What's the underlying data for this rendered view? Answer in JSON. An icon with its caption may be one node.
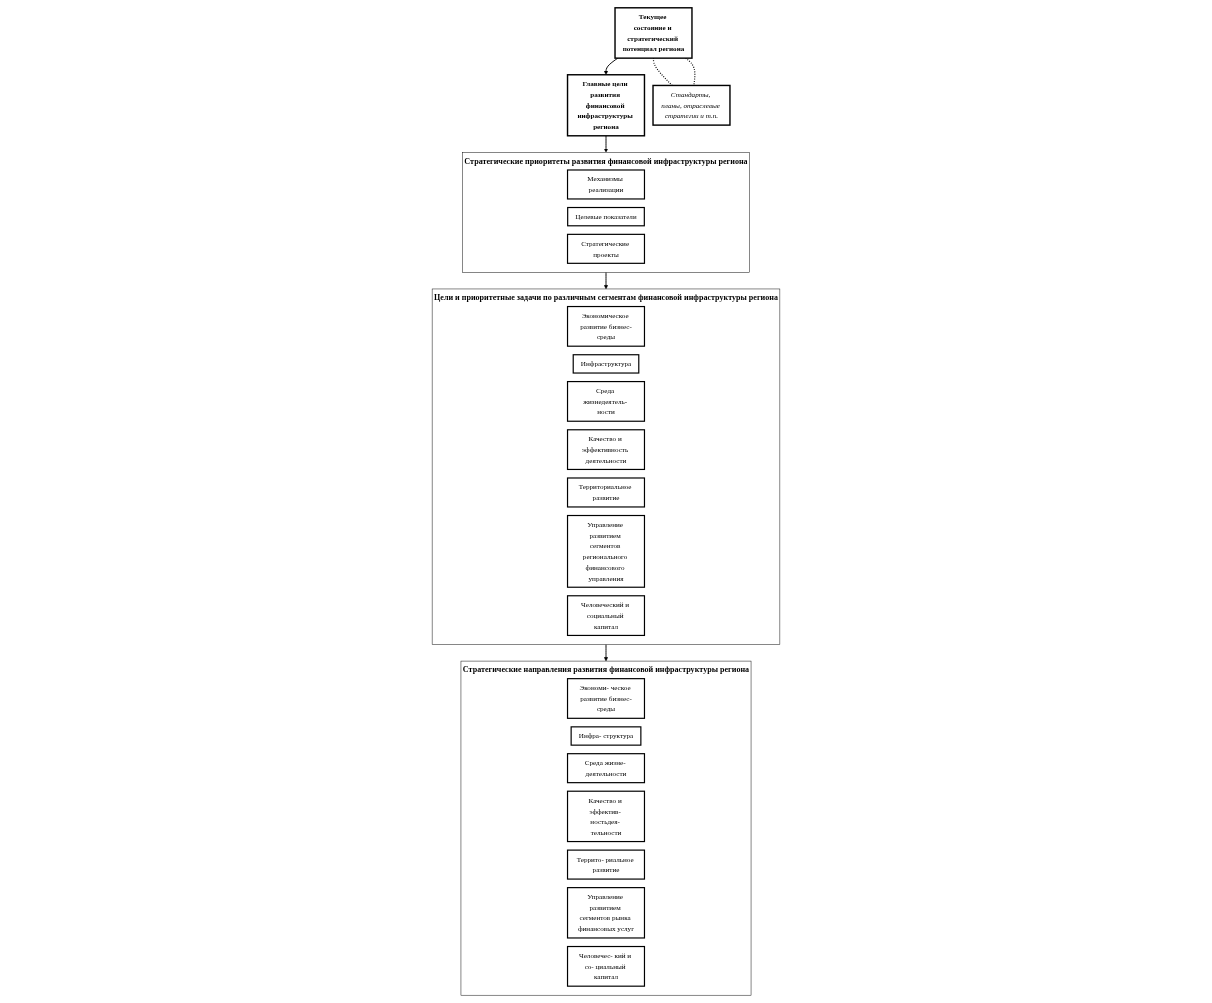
{
  "diagram": {
    "nodes": [
      {
        "text": [
          "Текущее состояние и стратегический потенциал региона"
        ]
      },
      {
        "text": [
          "Главные цели развития финансовой инфраструктуры региона"
        ]
      },
      {
        "text": [
          "Стратегические приоритеты развития финансовой инфраструктуры региона"
        ]
      },
      {
        "text": [
          "Механизмы реализации"
        ],
        "in": 2
      },
      {
        "text": [
          "Целевые показатели"
        ],
        "in": 2
      },
      {
        "text": [
          "Стратегические проекты"
        ],
        "in": 2
      },
      {
        "text": [
          "Цели и приоритетные задачи по различным сегментам финансовой инфраструктуры региона"
        ]
      },
      {
        "text": [
          "Экономическое развитие бизнес-среды"
        ],
        "in": 6
      },
      {
        "text": [
          "Инфраструктура"
        ],
        "in": 6
      },
      {
        "text": [
          "Среда жизнедеятель- ности"
        ],
        "in": 6
      },
      {
        "text": [
          "Качество и эффективность деятельности"
        ],
        "in": 6
      },
      {
        "text": [
          "Территориальное развитие"
        ],
        "in": 6
      },
      {
        "text": [
          "Управление развитием сегментов регионального финансового управления"
        ],
        "in": 6
      },
      {
        "text": [
          "Человеческий и социальный капитал"
        ],
        "in": 6
      },
      {
        "text": [
          "Стратегические направления развития финансовой инфраструктуры региона"
        ]
      },
      {
        "text": [
          "Экономи- ческое развитие бизнес-среды"
        ],
        "in": 14
      },
      {
        "text": [
          "Инфра- структура"
        ],
        "in": 14
      },
      {
        "text": [
          "Среда жизне- деятельности"
        ],
        "in": 14
      },
      {
        "text": [
          "Качество и эффектив- ностьдея- тельности"
        ],
        "in": 14
      },
      {
        "text": [
          "Террито- риальное развитие"
        ],
        "in": 14
      },
      {
        "text": [
          "Управление развитием сегментов рынка финансовых услуг"
        ],
        "in": 14
      },
      {
        "text": [
          "Человечес- кий и со- циальный капитал"
        ],
        "in": 14
      },
      {
        "text": [
          "Стандарты, планы, отраслевые стратегии и т.п."
        ]
      }
    ],
    "edges": [
      {
        "from": 0,
        "to": 1,
        "arrow": "to"
      },
      {
        "from": 1,
        "to": 2,
        "arrow": "to"
      },
      {
        "from": 2,
        "to": 6,
        "arrow": "to"
      },
      {
        "from": 6,
        "to": 14,
        "arrow": "to"
      },
      {
        "from": 0,
        "to": 22,
        "arrow": "none",
        "style": "dashed"
      },
      {
        "from": 0,
        "to": 22,
        "arrow": "none",
        "style": "dashed"
      }
    ]
  }
}
